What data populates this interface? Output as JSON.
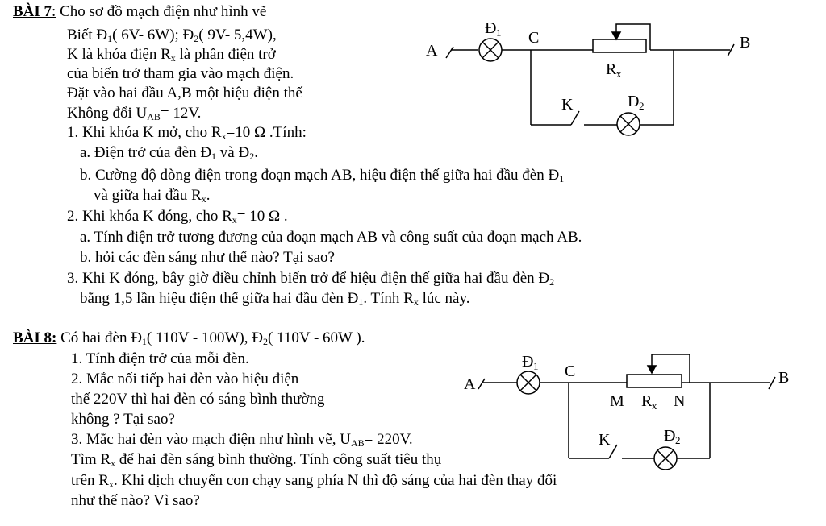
{
  "bai7": {
    "label": "BÀI 7",
    "title": "Cho sơ đồ mạch điện như hình vẽ",
    "given1": {
      "a": "Biết Đ",
      "b": "( 6V- 6W); Đ",
      "c": "( 9V- 5,4W),"
    },
    "given2": {
      "a": "K là khóa điện R",
      "b": " là phần điện trở"
    },
    "given3": "của biến trở tham gia vào mạch điện.",
    "given4": "Đặt vào hai đầu A,B một hiệu điện thế",
    "given5": {
      "a": "Không đổi U",
      "b": "= 12V."
    },
    "q1": {
      "a": "1. Khi khóa K mở, cho R",
      "b": "=10 Ω .Tính:"
    },
    "q1a": {
      "a": "a. Điện trở của đèn Đ",
      "b": " và Đ",
      "c": "."
    },
    "q1b": {
      "a": "b. Cường độ dòng điện trong đoạn mạch AB, hiệu điện thế giữa hai đầu đèn Đ"
    },
    "q1b2": {
      "a": "và giữa hai đầu R",
      "b": "."
    },
    "q2": {
      "a": "2. Khi khóa K đóng, cho R",
      "b": "= 10 Ω ."
    },
    "q2a": "a. Tính điện trở tương đương của đoạn mạch AB và công suất của đoạn mạch AB.",
    "q2b": "b. hỏi các đèn sáng như thế nào? Tại sao?",
    "q3": {
      "a": "3. Khi K đóng, bây giờ điều chỉnh biến trở để hiệu điện thế giữa hai đầu đèn Đ"
    },
    "q3b": {
      "a": "bằng 1,5 lần hiệu điện thế giữa hai đầu đèn Đ",
      "b": ". Tính R",
      "c": " lúc này."
    }
  },
  "bai8": {
    "label": "BÀI 8:",
    "title": {
      "a": " Có hai đèn Đ",
      "b": "( 110V - 100W), Đ",
      "c": "( 110V - 60W )."
    },
    "q1": "1. Tính điện trở của mỗi đèn.",
    "q2": "2. Mắc nối tiếp hai đèn vào hiệu điện",
    "q2b": "thế 220V thì hai đèn có sáng bình thường",
    "q2c": "không ? Tại sao?",
    "q3": {
      "a": "3. Mắc hai đèn vào mạch điện như hình vẽ, U",
      "b": "= 220V."
    },
    "q3b": {
      "a": "Tìm R",
      "b": " để hai đèn sáng bình thường. Tính công suất tiêu thụ"
    },
    "q3c": {
      "a": "trên R",
      "b": ". Khi dịch chuyển con chạy sang phía N thì độ sáng của hai đèn thay đổi"
    },
    "q3d": "như thế nào? Vì sao?"
  },
  "subs": {
    "one": "1",
    "two": "2",
    "x": "x",
    "ab": "AB"
  },
  "circuit1": {
    "A": "A",
    "B": "B",
    "C": "C",
    "D1": "Đ",
    "D2": "Đ",
    "K": "K",
    "R": "R"
  },
  "circuit2": {
    "A": "A",
    "B": "B",
    "C": "C",
    "D1": "Đ",
    "D2": "Đ",
    "K": "K",
    "R": "R",
    "M": "M",
    "N": "N"
  }
}
